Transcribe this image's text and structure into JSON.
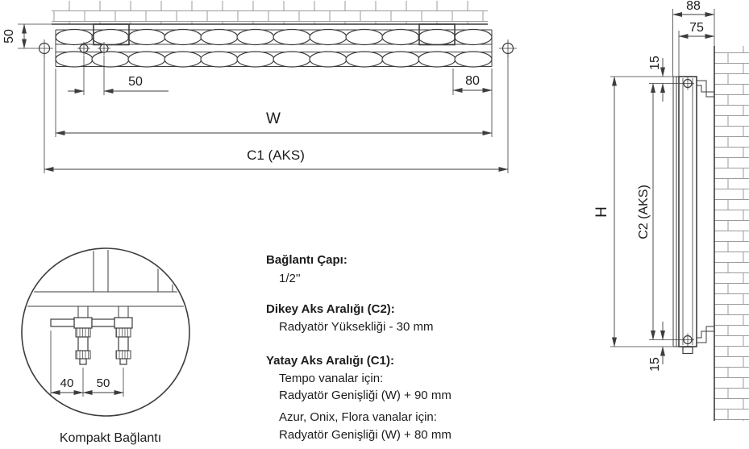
{
  "drawing": {
    "top_view": {
      "dim_depth_50": "50",
      "dim_valve_spacing_50": "50",
      "dim_end_offset_80": "80",
      "dim_width": "W",
      "dim_c1": "C1 (AKS)"
    },
    "side_view": {
      "dim_88": "88",
      "dim_75": "75",
      "dim_top_15": "15",
      "dim_height": "H",
      "dim_c2": "C2 (AKS)",
      "dim_bottom_15": "15"
    },
    "detail_view": {
      "dim_40": "40",
      "dim_50": "50",
      "caption": "Kompakt Bağlantı"
    }
  },
  "specs": {
    "connection": {
      "title": "Bağlantı Çapı:",
      "value": "1/2''"
    },
    "vertical_axis": {
      "title": "Dikey Aks Aralığı (C2):",
      "value": "Radyatör Yüksekliği - 30 mm"
    },
    "horizontal_axis": {
      "title": "Yatay Aks Aralığı (C1):",
      "line1": "Tempo vanalar için:",
      "line2": "Radyatör Genişliği (W) + 90 mm",
      "line3": "Azur, Onix, Flora vanalar için:",
      "line4": "Radyatör Genişliği (W) + 80 mm"
    }
  },
  "colors": {
    "line": "#3d3d3d",
    "brick": "#9b9b9b",
    "text": "#1c1c1c",
    "background": "#ffffff"
  }
}
